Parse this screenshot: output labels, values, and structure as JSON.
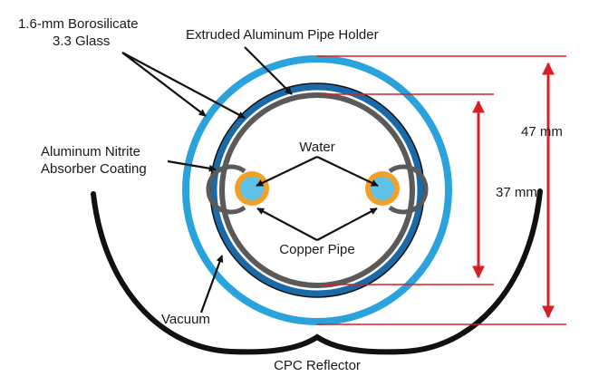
{
  "labels": {
    "glass_line1": "1.6-mm Borosilicate",
    "glass_line2": "3.3 Glass",
    "pipe_holder": "Extruded Aluminum Pipe Holder",
    "coating_line1": "Aluminum Nitrite",
    "coating_line2": "Absorber Coating",
    "water": "Water",
    "copper_pipe": "Copper Pipe",
    "vacuum": "Vacuum",
    "reflector": "CPC Reflector"
  },
  "dimensions": {
    "outer": "47 mm",
    "inner": "37 mm"
  },
  "colors": {
    "glass": "#2aa3dc",
    "absorber_tube": "#1b6aa8",
    "water": "#5ec3e6",
    "copper": "#f2a02a",
    "dimension_line": "#d91f26",
    "outline": "#111111",
    "reflector": "#111111"
  }
}
